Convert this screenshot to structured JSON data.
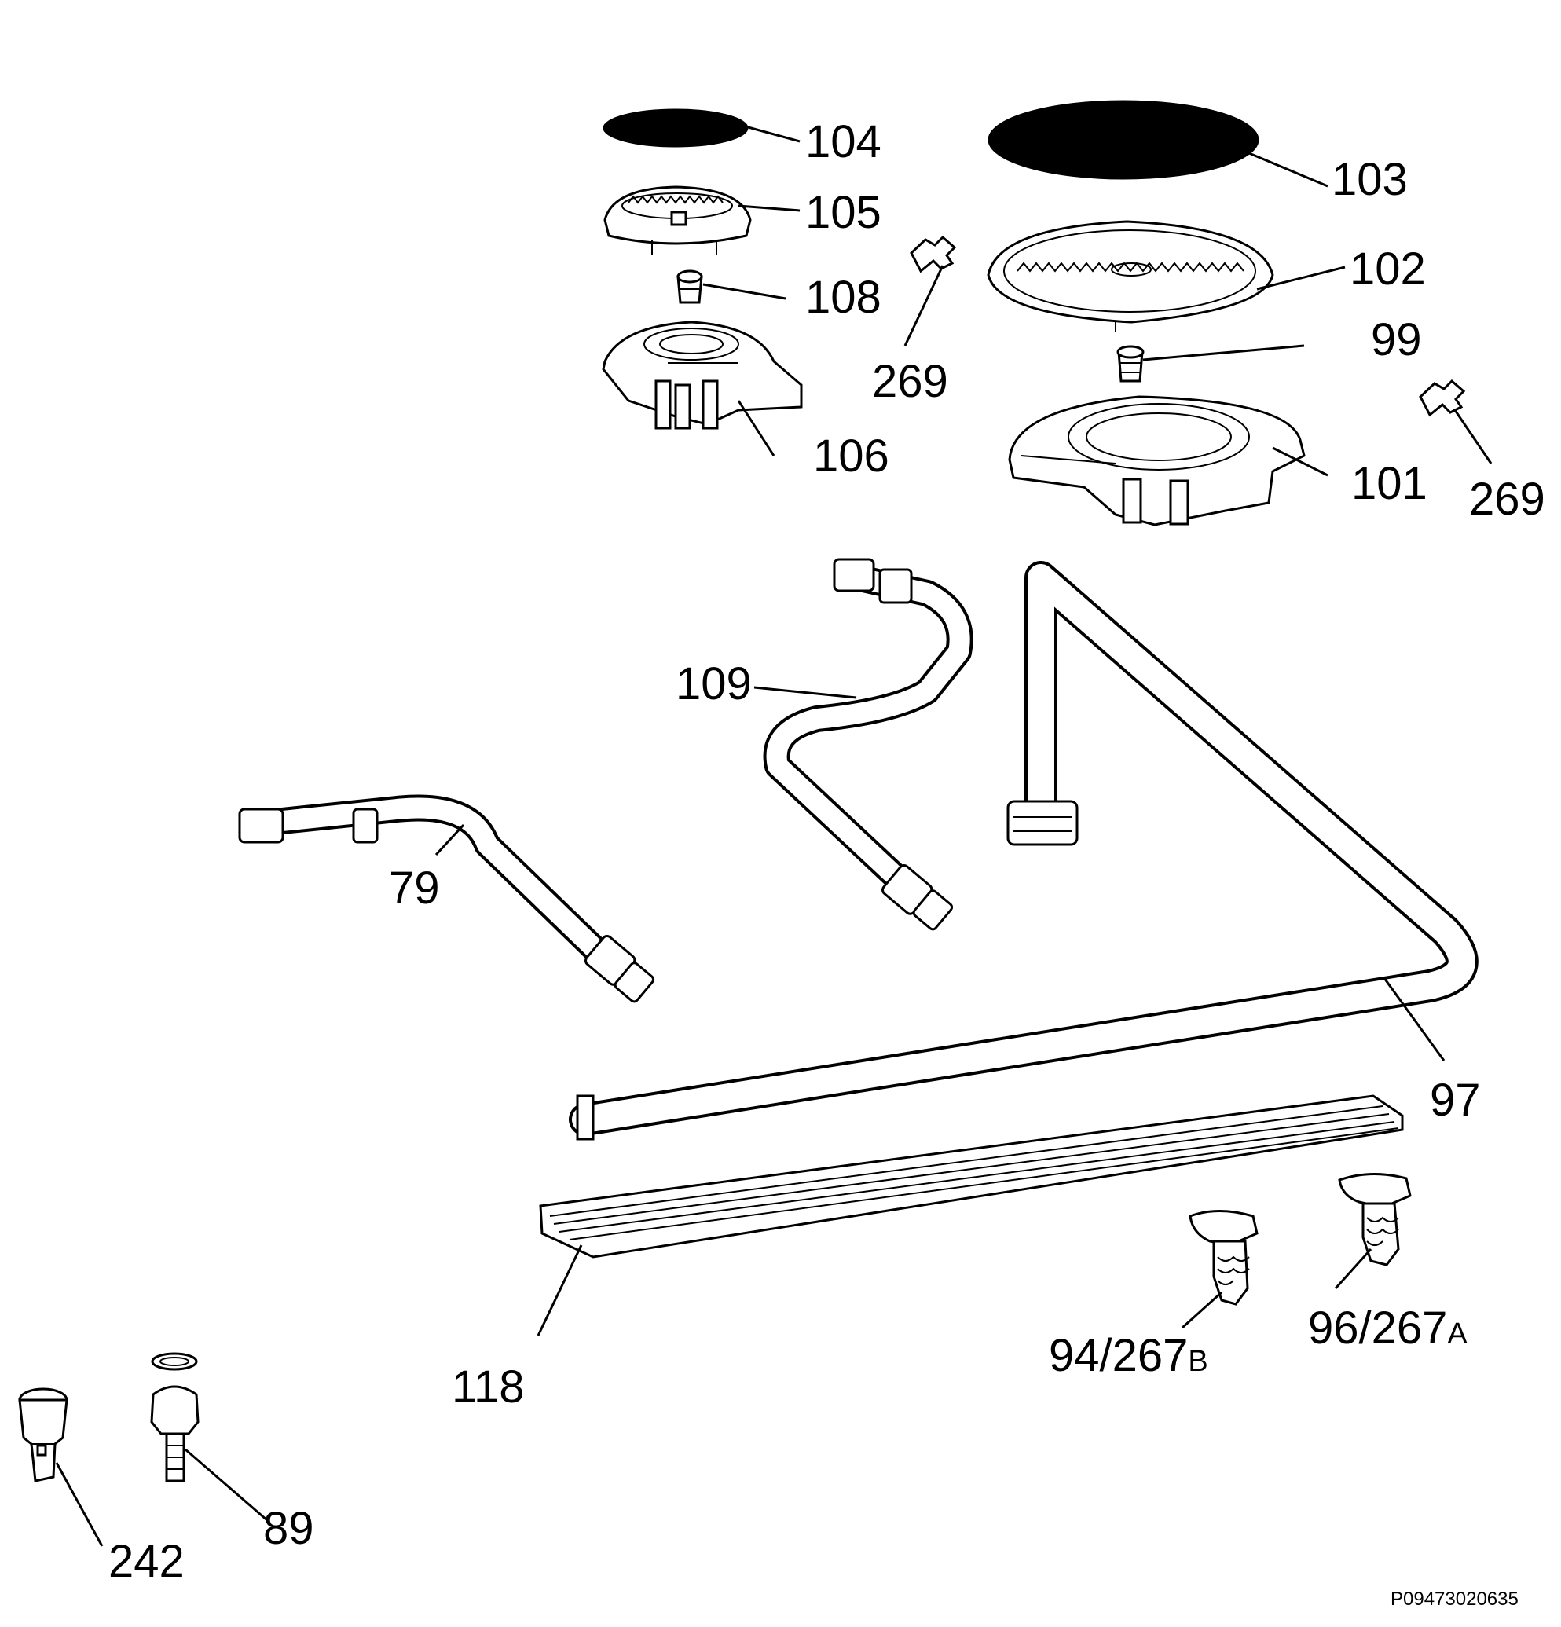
{
  "diagram": {
    "reference_code": "P09473020635",
    "labels": {
      "l104": "104",
      "l103": "103",
      "l105": "105",
      "l102": "102",
      "l108": "108",
      "l269a": "269",
      "l99": "99",
      "l106": "106",
      "l101": "101",
      "l269b": "269",
      "l109": "109",
      "l79": "79",
      "l97": "97",
      "l118": "118",
      "l94_main": "94/267",
      "l94_sub": "B",
      "l96_main": "96/267",
      "l96_sub": "A",
      "l242": "242",
      "l89": "89"
    }
  }
}
